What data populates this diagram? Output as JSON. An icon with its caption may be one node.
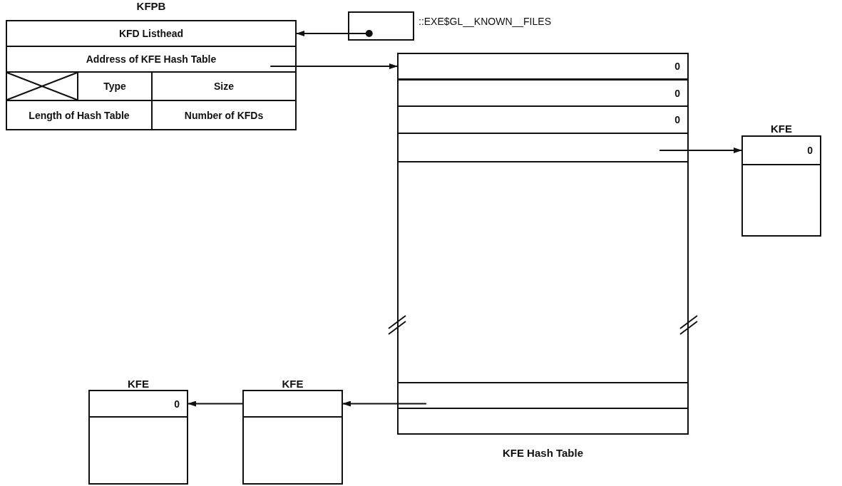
{
  "diagram": {
    "nodes": [
      {
        "text": [
          "KFPB"
        ]
      },
      {
        "text": [
          "KFD Listhead"
        ],
        "in": 0
      },
      {
        "text": [
          "Address of KFE Hash Table"
        ],
        "in": 0
      },
      {
        "text": [],
        "shape": "box",
        "in": 0
      },
      {
        "text": [
          "Type"
        ],
        "in": 0
      },
      {
        "text": [
          "Size"
        ],
        "in": 0
      },
      {
        "text": [
          "Length of Hash Table"
        ],
        "in": 0
      },
      {
        "text": [
          "Number of KFDs"
        ],
        "in": 0
      },
      {
        "text": [],
        "shape": "box",
        "beside": [
          "::EXE$GL__KNOWN__FILES"
        ]
      },
      {
        "text": [
          "KFE Hash Table"
        ]
      },
      {
        "text": [
          "0"
        ],
        "in": 9
      },
      {
        "text": [
          "0"
        ],
        "in": 9
      },
      {
        "text": [
          "0"
        ],
        "in": 9
      },
      {
        "text": [],
        "shape": "box",
        "in": 9
      },
      {
        "text": [],
        "shape": "box",
        "in": 9
      },
      {
        "text": [],
        "shape": "box",
        "in": 9
      },
      {
        "text": [],
        "shape": "box",
        "in": 9
      },
      {
        "text": [
          "KFE"
        ]
      },
      {
        "text": [
          "0"
        ],
        "in": 17
      },
      {
        "text": [],
        "shape": "box",
        "in": 17
      },
      {
        "text": [
          "KFE"
        ]
      },
      {
        "text": [],
        "shape": "box",
        "in": 20
      },
      {
        "text": [],
        "shape": "box",
        "in": 20
      },
      {
        "text": [
          "KFE"
        ]
      },
      {
        "text": [
          "0"
        ],
        "in": 23
      },
      {
        "text": [],
        "shape": "box",
        "in": 23
      }
    ],
    "edges": [
      {
        "from": 8,
        "to": 1,
        "arrow": "to"
      },
      {
        "from": 2,
        "to": 10,
        "arrow": "to"
      },
      {
        "from": 13,
        "to": 18,
        "arrow": "to"
      },
      {
        "from": 15,
        "to": 21,
        "arrow": "to"
      },
      {
        "from": 21,
        "to": 24,
        "arrow": "to"
      }
    ]
  }
}
